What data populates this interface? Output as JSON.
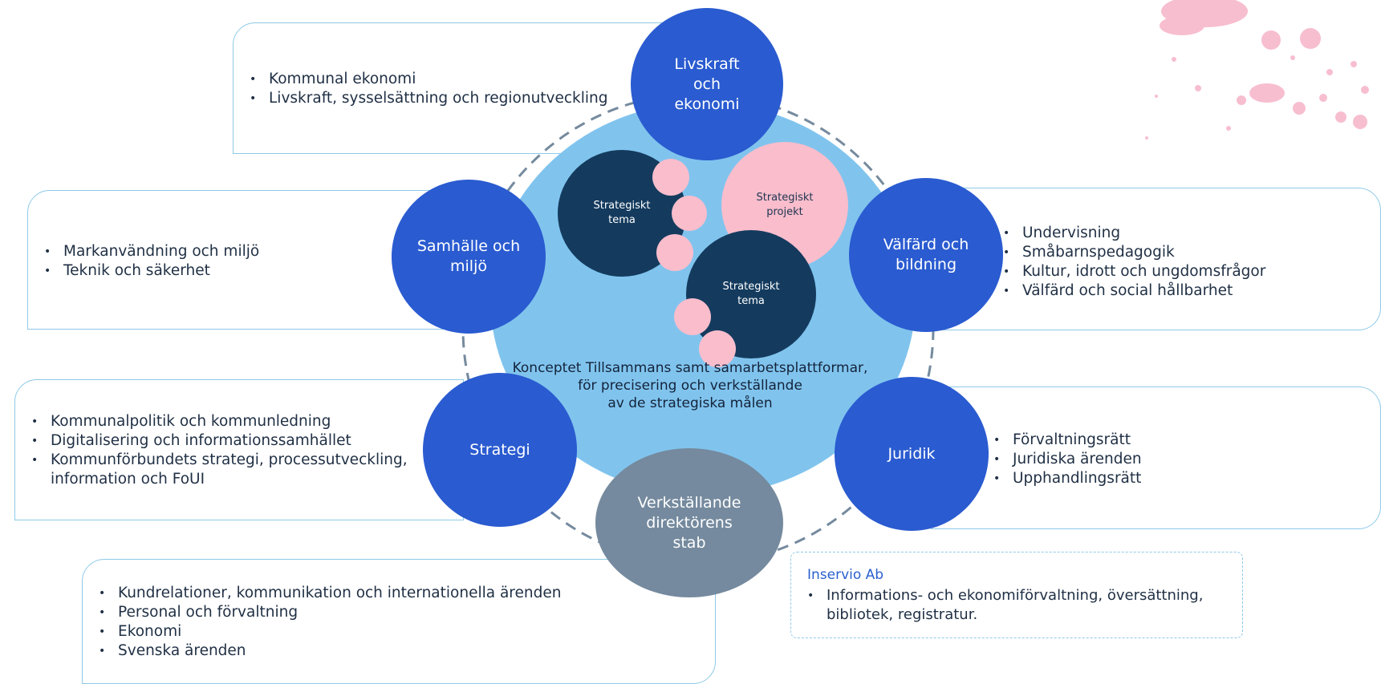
{
  "center": {
    "text": [
      "Konceptet Tillsammans samt samarbetsplattformar,",
      "för precisering och verkställande",
      "av de strategiska målen"
    ]
  },
  "themes": [
    {
      "label": [
        "Strategiskt",
        "tema"
      ]
    },
    {
      "label": [
        "Strategiskt",
        "projekt"
      ]
    },
    {
      "label": [
        "Strategiskt",
        "tema"
      ]
    }
  ],
  "units": {
    "livskraft": {
      "label": [
        "Livskraft",
        "och",
        "ekonomi"
      ],
      "items": [
        "Kommunal ekonomi",
        "Livskraft, sysselsättning och regionutveckling"
      ]
    },
    "samhalle": {
      "label": [
        "Samhälle och",
        "miljö"
      ],
      "items": [
        "Markanvändning och miljö",
        "Teknik och säkerhet"
      ]
    },
    "valfard": {
      "label": [
        "Välfärd och",
        "bildning"
      ],
      "items": [
        "Undervisning",
        "Småbarnspedagogik",
        "Kultur, idrott och ungdomsfrågor",
        "Välfärd och social hållbarhet"
      ]
    },
    "strategi": {
      "label": [
        "Strategi"
      ],
      "items": [
        "Kommunalpolitik och kommunledning",
        "Digitalisering och informationssamhället",
        "Kommunförbundets strategi, processutveckling, information och FoUI"
      ]
    },
    "juridik": {
      "label": [
        "Juridik"
      ],
      "items": [
        "Förvaltningsrätt",
        "Juridiska ärenden",
        "Upphandlingsrätt"
      ]
    },
    "stab": {
      "label": [
        "Verkställande",
        "direktörens",
        "stab"
      ],
      "items": [
        "Kundrelationer, kommunikation och internationella ärenden",
        "Personal och förvaltning",
        "Ekonomi",
        "Svenska ärenden"
      ]
    }
  },
  "inservio": {
    "title": "Inservio Ab",
    "items": [
      "Informations-  och ekonomiförvaltning, översättning,  bibliotek, registratur."
    ]
  },
  "colors": {
    "unit_blue": "#2a5bd0",
    "stab_gray": "#758a9e",
    "center_light": "#80c4ee",
    "theme_dark": "#143b5e",
    "project_pink": "#f9bdcc",
    "box_border": "#8ecae8",
    "inservio_title": "#2a5fcf"
  }
}
